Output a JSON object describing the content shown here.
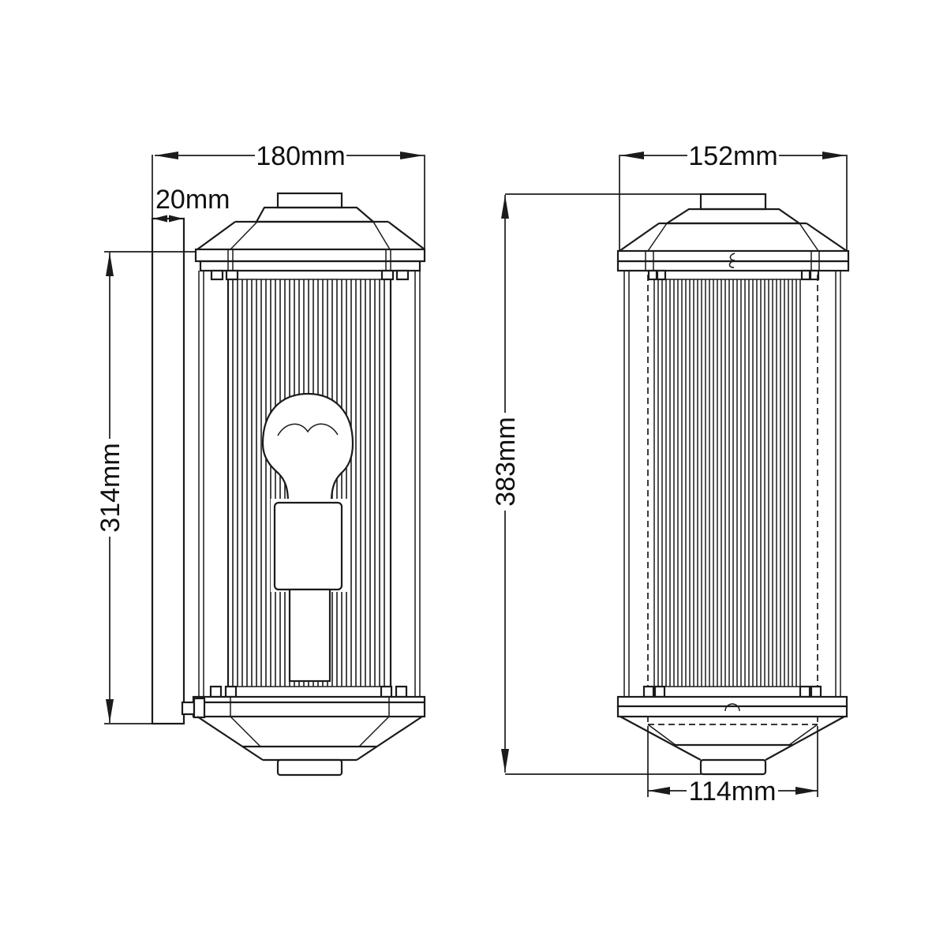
{
  "drawing": {
    "dimensions": {
      "front_overall_width": "180mm",
      "backplate_depth": "20mm",
      "backplate_height": "314mm",
      "side_overall_width": "152mm",
      "overall_height": "383mm",
      "base_width": "114mm"
    },
    "colors": {
      "line": "#1b1b1b",
      "text": "#101010",
      "background": "#ffffff"
    }
  }
}
